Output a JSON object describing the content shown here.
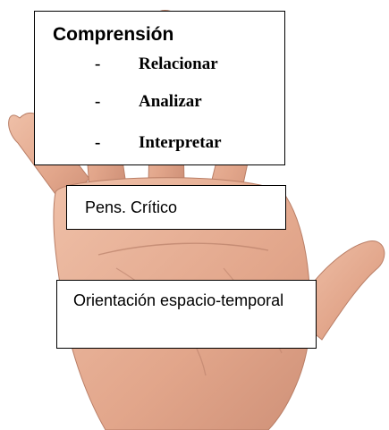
{
  "comprension": {
    "title": "Comprensión",
    "items": [
      {
        "bullet": "-",
        "label": "Relacionar"
      },
      {
        "bullet": "-",
        "label": "Analizar"
      },
      {
        "bullet": "-",
        "label": "Interpretar"
      }
    ]
  },
  "pensamiento": {
    "label": "Pens. Crítico"
  },
  "orientacion": {
    "label": "Orientación espacio-temporal"
  },
  "colors": {
    "skin": "#e6b096",
    "skin_shadow": "#c98c74",
    "box_border": "#000000",
    "box_fill": "#ffffff"
  },
  "illustration": {
    "subject": "hand-icon"
  }
}
